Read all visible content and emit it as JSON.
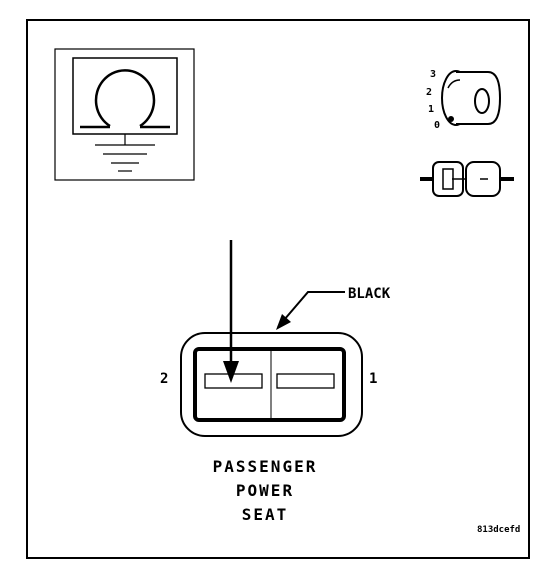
{
  "connector": {
    "color_label": "BLACK",
    "pin_left": "2",
    "pin_right": "1",
    "name_lines": [
      "PASSENGER",
      "POWER",
      "SEAT"
    ]
  },
  "ignition_positions": [
    "3",
    "2",
    "1",
    "0"
  ],
  "figure_id": "813dcefd",
  "icons": {
    "ground": "ground-symbol-icon",
    "ignition": "ignition-key-icon",
    "connector": "inline-connector-icon"
  }
}
